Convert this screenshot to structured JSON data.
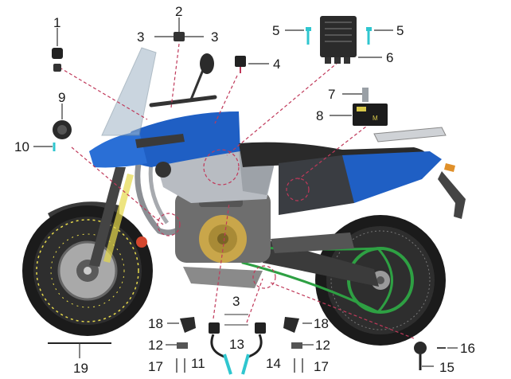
{
  "callouts": {
    "n1": "1",
    "n2": "2",
    "n3a": "3",
    "n3b": "3",
    "n3c": "3",
    "n4": "4",
    "n5a": "5",
    "n5b": "5",
    "n6": "6",
    "n7": "7",
    "n8": "8",
    "n9": "9",
    "n10": "10",
    "n11": "11",
    "n12a": "12",
    "n12b": "12",
    "n13": "13",
    "n14": "14",
    "n15": "15",
    "n16": "16",
    "n17a": "17",
    "n17b": "17",
    "n18a": "18",
    "n18b": "18",
    "n19": "19"
  },
  "colors": {
    "tank_blue": "#1f5fc4",
    "fairing_blue": "#2a6fd6",
    "frame_grey": "#8c8f94",
    "engine_gold": "#c9a64a",
    "chain_green": "#2ea043",
    "leader_pink": "#c0395a",
    "connector_cyan": "#2fc6cf",
    "seat_dark": "#2a2a2a",
    "wheel_spokes": "#e6d94a"
  },
  "battery_label": "M"
}
